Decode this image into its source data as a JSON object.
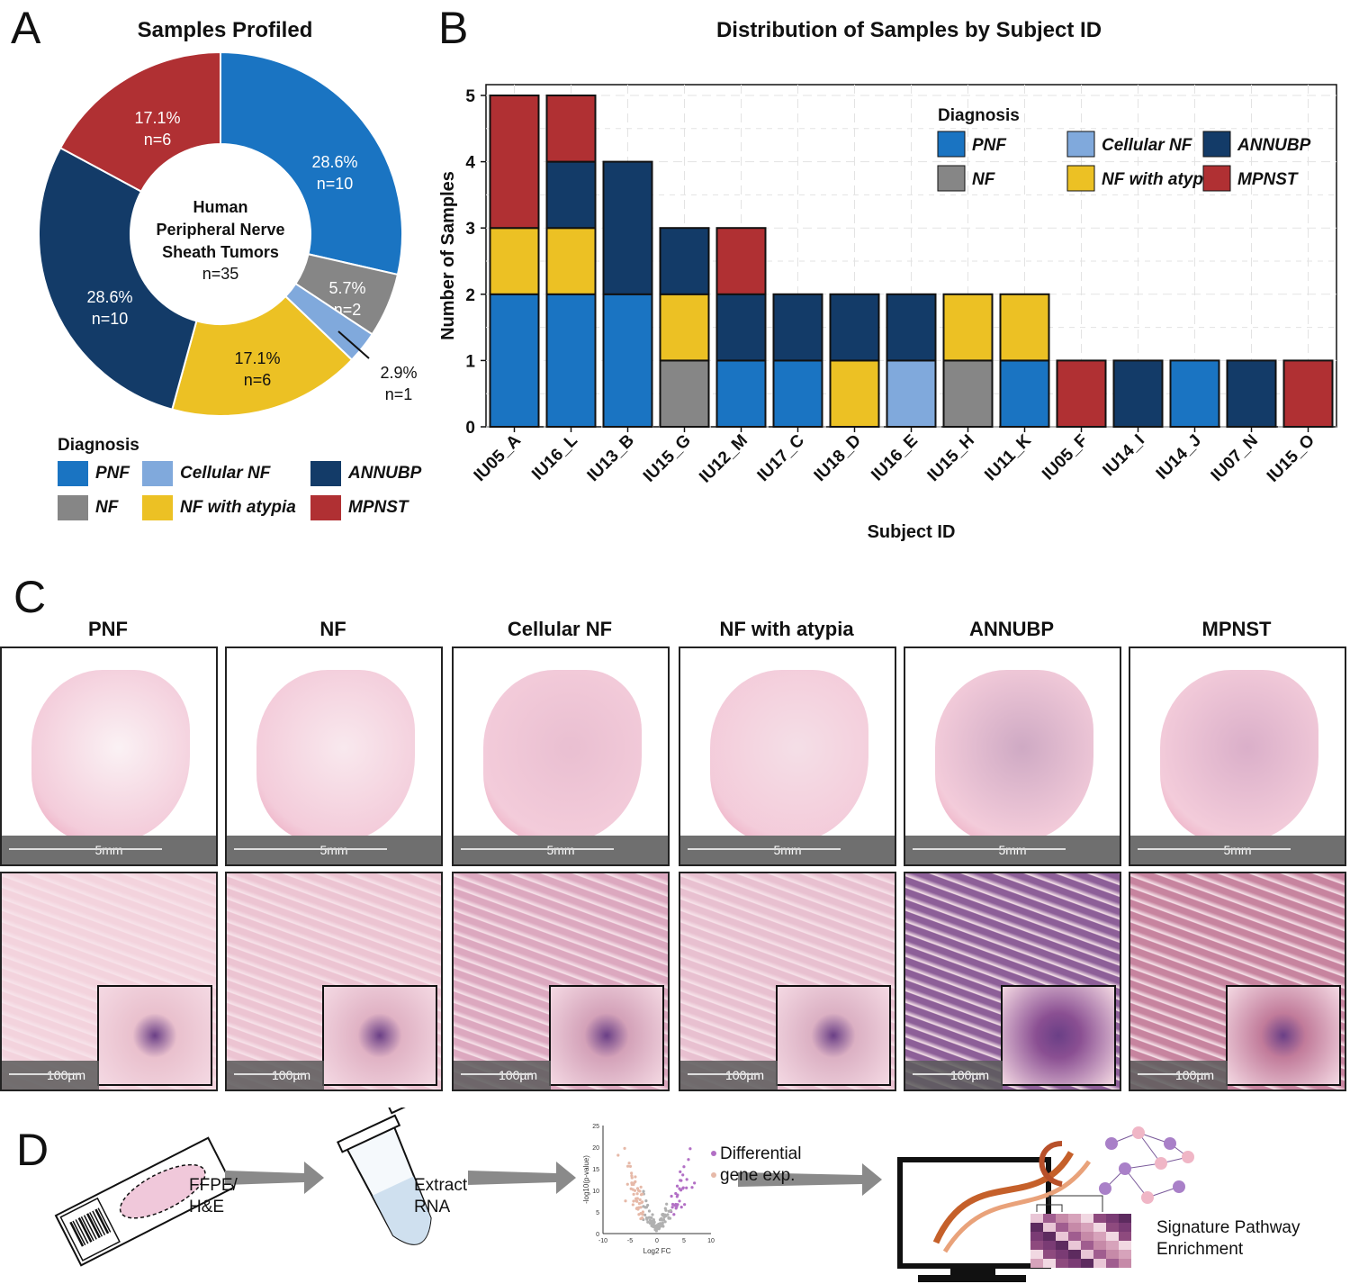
{
  "panels": {
    "a": "A",
    "b": "B",
    "c": "C",
    "d": "D"
  },
  "colors": {
    "PNF": "#1a74c2",
    "NF": "#868686",
    "Cellular NF": "#80a9dc",
    "NF with atypia": "#ecc124",
    "ANNUBP": "#133b68",
    "MPNST": "#b03033"
  },
  "legend": {
    "title": "Diagnosis",
    "items": [
      "PNF",
      "Cellular NF",
      "ANNUBP",
      "NF",
      "NF with atypia",
      "MPNST"
    ]
  },
  "chart_data": [
    {
      "type": "pie",
      "title": "Samples Profiled",
      "center_label": [
        "Human",
        "Peripheral Nerve",
        "Sheath Tumors",
        "n=35"
      ],
      "slices": [
        {
          "name": "PNF",
          "value": 10,
          "pct": "28.6%",
          "n": "n=10"
        },
        {
          "name": "NF",
          "value": 2,
          "pct": "5.7%",
          "n": "n=2"
        },
        {
          "name": "Cellular NF",
          "value": 1,
          "pct": "2.9%",
          "n": "n=1"
        },
        {
          "name": "NF with atypia",
          "value": 6,
          "pct": "17.1%",
          "n": "n=6"
        },
        {
          "name": "ANNUBP",
          "value": 10,
          "pct": "28.6%",
          "n": "n=10"
        },
        {
          "name": "MPNST",
          "value": 6,
          "pct": "17.1%",
          "n": "n=6"
        }
      ]
    },
    {
      "type": "bar",
      "title": "Distribution of Samples by Subject ID",
      "xlabel": "Subject ID",
      "ylabel": "Number of Samples",
      "ylim": [
        0,
        5
      ],
      "yticks": [
        "0",
        "1",
        "2",
        "3",
        "4",
        "5"
      ],
      "stacked": true,
      "grid": true,
      "legend_position": "top-right",
      "categories": [
        "IU05_A",
        "IU16_L",
        "IU13_B",
        "IU15_G",
        "IU12_M",
        "IU17_C",
        "IU18_D",
        "IU16_E",
        "IU15_H",
        "IU11_K",
        "IU05_F",
        "IU14_I",
        "IU14_J",
        "IU07_N",
        "IU15_O"
      ],
      "series": [
        {
          "name": "PNF",
          "values": [
            2,
            2,
            2,
            0,
            1,
            1,
            0,
            0,
            0,
            1,
            0,
            0,
            1,
            0,
            0
          ]
        },
        {
          "name": "NF",
          "values": [
            0,
            0,
            0,
            1,
            0,
            0,
            0,
            0,
            1,
            0,
            0,
            0,
            0,
            0,
            0
          ]
        },
        {
          "name": "Cellular NF",
          "values": [
            0,
            0,
            0,
            0,
            0,
            0,
            0,
            1,
            0,
            0,
            0,
            0,
            0,
            0,
            0
          ]
        },
        {
          "name": "NF with atypia",
          "values": [
            1,
            1,
            0,
            1,
            0,
            0,
            1,
            0,
            1,
            1,
            0,
            0,
            0,
            0,
            0
          ]
        },
        {
          "name": "ANNUBP",
          "values": [
            0,
            1,
            2,
            1,
            1,
            1,
            1,
            1,
            0,
            0,
            0,
            1,
            0,
            1,
            0
          ]
        },
        {
          "name": "MPNST",
          "values": [
            2,
            1,
            0,
            0,
            1,
            0,
            0,
            0,
            0,
            0,
            1,
            0,
            0,
            0,
            1
          ]
        }
      ]
    }
  ],
  "histology": {
    "columns": [
      "PNF",
      "NF",
      "Cellular NF",
      "NF with atypia",
      "ANNUBP",
      "MPNST"
    ],
    "scale_low": "5mm",
    "scale_high": "100µm"
  },
  "workflow": {
    "step1": "FFPE/\nH&E",
    "step2": "Extract\nRNA",
    "step3": "Differential\ngene exp.",
    "step4": "Signature Pathway\nEnrichment",
    "volcano_xlabel": "Log2 FC",
    "volcano_ylabel": "-log10(p-value)",
    "volcano_xticks": [
      "-10",
      "-5",
      "0",
      "5",
      "10"
    ],
    "volcano_yticks": [
      "0",
      "5",
      "10",
      "15",
      "20",
      "25"
    ]
  }
}
